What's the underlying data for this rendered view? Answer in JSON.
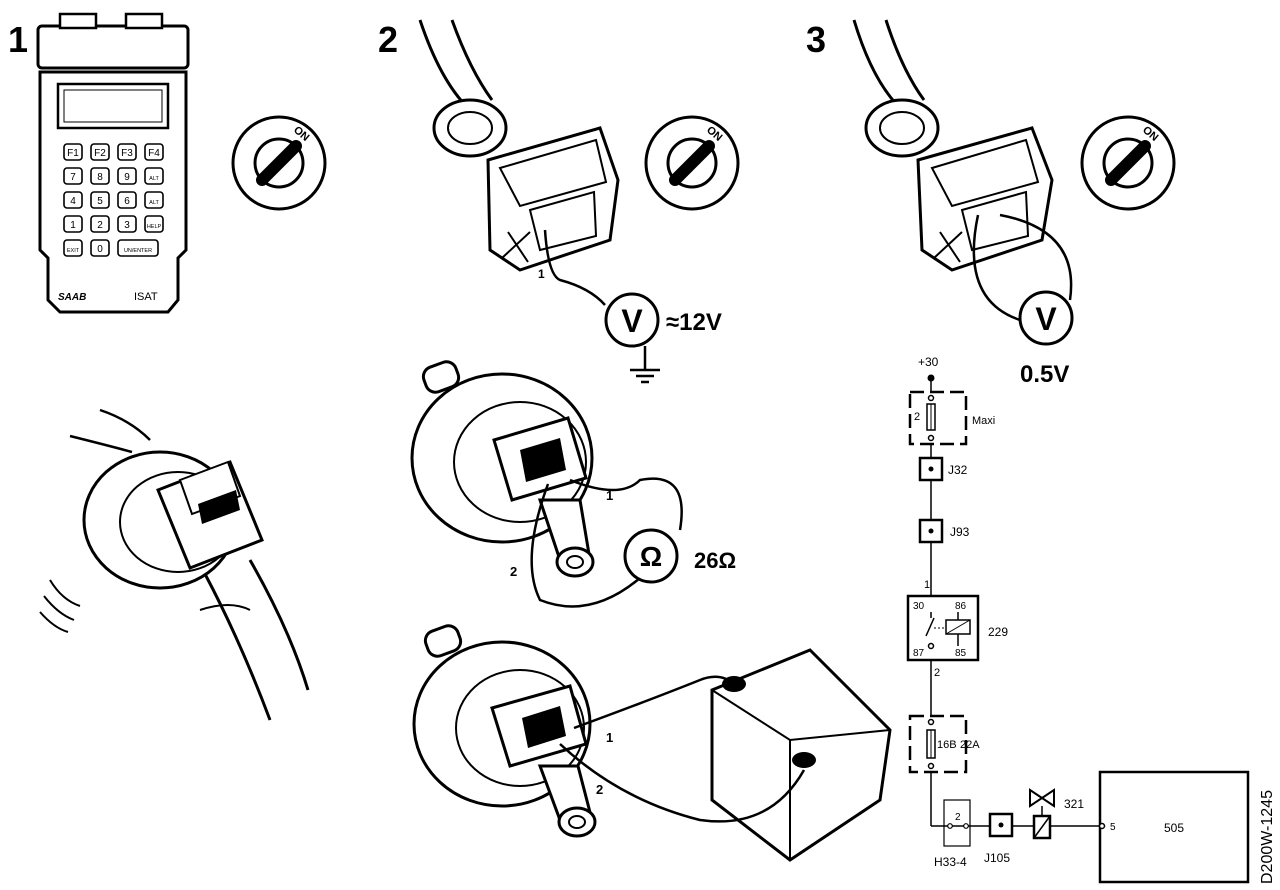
{
  "steps": {
    "one": "1",
    "two": "2",
    "three": "3"
  },
  "tester": {
    "brand": "SAAB",
    "model": "ISAT",
    "keys": [
      "F1",
      "F2",
      "F3",
      "F4",
      "7",
      "8",
      "9",
      "ALT",
      "4",
      "5",
      "6",
      "ALT",
      "1",
      "2",
      "3",
      "HELP",
      "EXIT",
      "0",
      "UN/ENTER"
    ]
  },
  "ignition": {
    "on_label": "ON"
  },
  "measurements": {
    "voltmeter_symbol": "V",
    "ohmmeter_symbol": "Ω",
    "step2_voltage": "≈12V",
    "step3_voltage": "0.5V",
    "resistance": "26Ω"
  },
  "pins": {
    "pin1": "1",
    "pin2": "2"
  },
  "schematic": {
    "supply": "+30",
    "fuse_maxi_no": "2",
    "fuse_maxi_label": "Maxi",
    "connector_j32": "J32",
    "connector_j93": "J93",
    "wire_1": "1",
    "relay_pin_30": "30",
    "relay_pin_86": "86",
    "relay_pin_87": "87",
    "relay_pin_85": "85",
    "relay_id": "229",
    "wire_2": "2",
    "fuse_22a_no": "16B",
    "fuse_22a_label": "22A",
    "h33_pin": "2",
    "h33_label": "H33-4",
    "connector_j105": "J105",
    "valve_id": "321",
    "ecu_pin": "5",
    "ecu_id": "505"
  },
  "figure_id": "D200W-1245"
}
